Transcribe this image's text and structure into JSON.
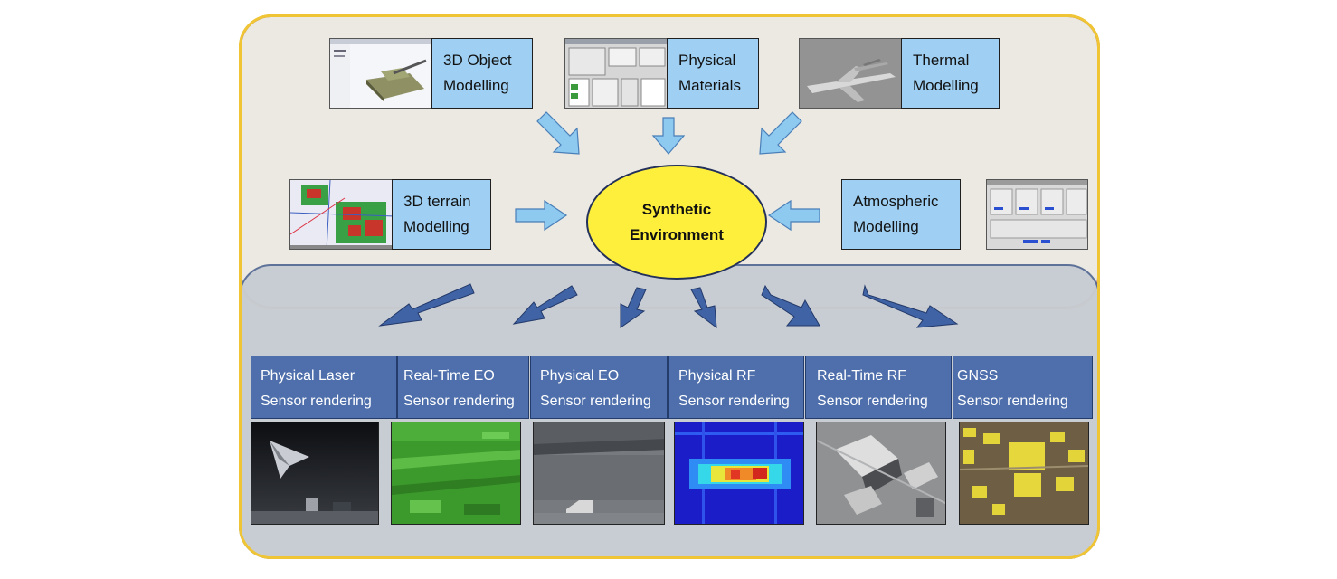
{
  "center": {
    "line1": "Synthetic",
    "line2": "Environment"
  },
  "inputs": [
    {
      "id": "obj3d",
      "line1": "3D Object",
      "line2": "Modelling"
    },
    {
      "id": "physmat",
      "line1": "Physical",
      "line2": "Materials"
    },
    {
      "id": "thermal",
      "line1": "Thermal",
      "line2": "Modelling"
    },
    {
      "id": "terrain",
      "line1": "3D terrain",
      "line2": "Modelling"
    },
    {
      "id": "atmos",
      "line1": "Atmospheric",
      "line2": "Modelling"
    }
  ],
  "sensors": [
    {
      "line1": "Physical Laser",
      "line2": "Sensor rendering"
    },
    {
      "line1": "Real-Time EO",
      "line2": "Sensor rendering"
    },
    {
      "line1": "Physical EO",
      "line2": "Sensor rendering"
    },
    {
      "line1": "Physical RF",
      "line2": "Sensor rendering"
    },
    {
      "line1": "Real-Time RF",
      "line2": "Sensor rendering"
    },
    {
      "line1": "GNSS",
      "line2": "Sensor rendering"
    }
  ],
  "colors": {
    "label_fill": "#9fd0f3",
    "sensor_fill": "#4e6fab",
    "ellipse_fill": "#ffef3d",
    "top_panel": "#ebe9e1",
    "bottom_panel": "#c7ccd3",
    "arrow_light": "#8ec9f0",
    "arrow_dark": "#3f63a4"
  }
}
